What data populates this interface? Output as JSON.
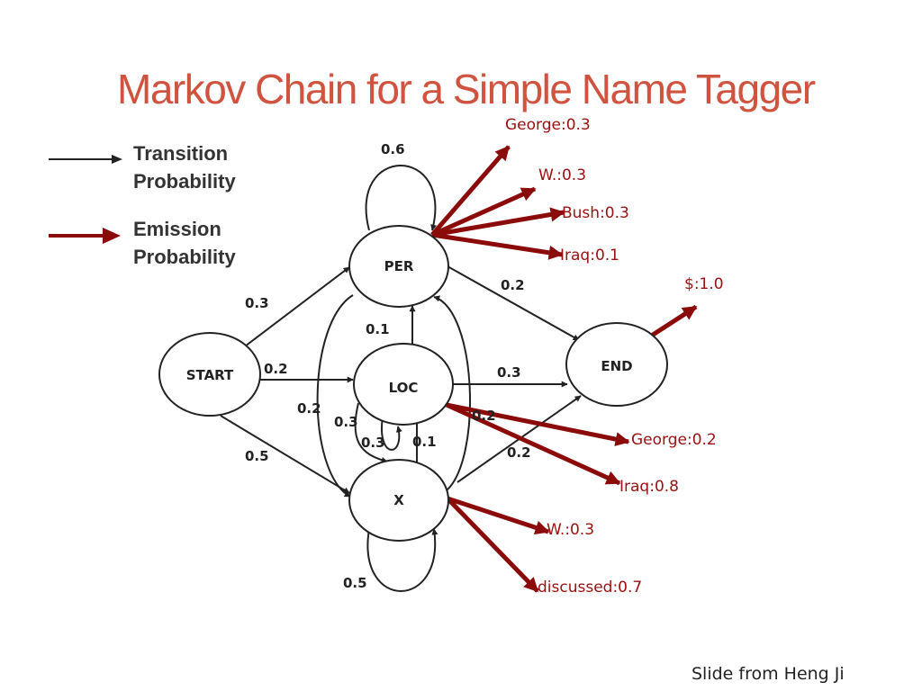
{
  "title": "Markov Chain for a Simple Name Tagger",
  "legend": {
    "transition": "Transition Probability",
    "emission": "Emission Probability"
  },
  "colors": {
    "title": "#d0533f",
    "transition": "#222222",
    "emission": "#8b0a0a"
  },
  "states": [
    {
      "id": "start",
      "label": "START"
    },
    {
      "id": "per",
      "label": "PER"
    },
    {
      "id": "loc",
      "label": "LOC"
    },
    {
      "id": "x",
      "label": "X"
    },
    {
      "id": "end",
      "label": "END"
    }
  ],
  "transitions": [
    {
      "from": "PER",
      "to": "PER",
      "label": "0.6"
    },
    {
      "from": "START",
      "to": "PER",
      "label": "0.3"
    },
    {
      "from": "START",
      "to": "LOC",
      "label": "0.2"
    },
    {
      "from": "START",
      "to": "X",
      "label": "0.5"
    },
    {
      "from": "PER",
      "to": "END",
      "label": "0.2"
    },
    {
      "from": "LOC",
      "to": "PER",
      "label": "0.1"
    },
    {
      "from": "LOC",
      "to": "END",
      "label": "0.3"
    },
    {
      "from": "PER",
      "to": "X",
      "label": "0.2"
    },
    {
      "from": "LOC",
      "to": "X",
      "label": "0.3"
    },
    {
      "from": "LOC",
      "to": "LOC",
      "label": "0.3"
    },
    {
      "from": "X",
      "to": "LOC",
      "label": "0.1"
    },
    {
      "from": "X",
      "to": "PER",
      "label": "0.2"
    },
    {
      "from": "X",
      "to": "END",
      "label": "0.2"
    },
    {
      "from": "X",
      "to": "X",
      "label": "0.5"
    }
  ],
  "emissions": [
    {
      "state": "PER",
      "label": "George:0.3"
    },
    {
      "state": "PER",
      "label": "W.:0.3"
    },
    {
      "state": "PER",
      "label": "Bush:0.3"
    },
    {
      "state": "PER",
      "label": "Iraq:0.1"
    },
    {
      "state": "END",
      "label": "$:1.0"
    },
    {
      "state": "LOC",
      "label": "George:0.2"
    },
    {
      "state": "LOC",
      "label": "Iraq:0.8"
    },
    {
      "state": "X",
      "label": "W.:0.3"
    },
    {
      "state": "X",
      "label": "discussed:0.7"
    }
  ],
  "credit": "Slide from Heng Ji"
}
